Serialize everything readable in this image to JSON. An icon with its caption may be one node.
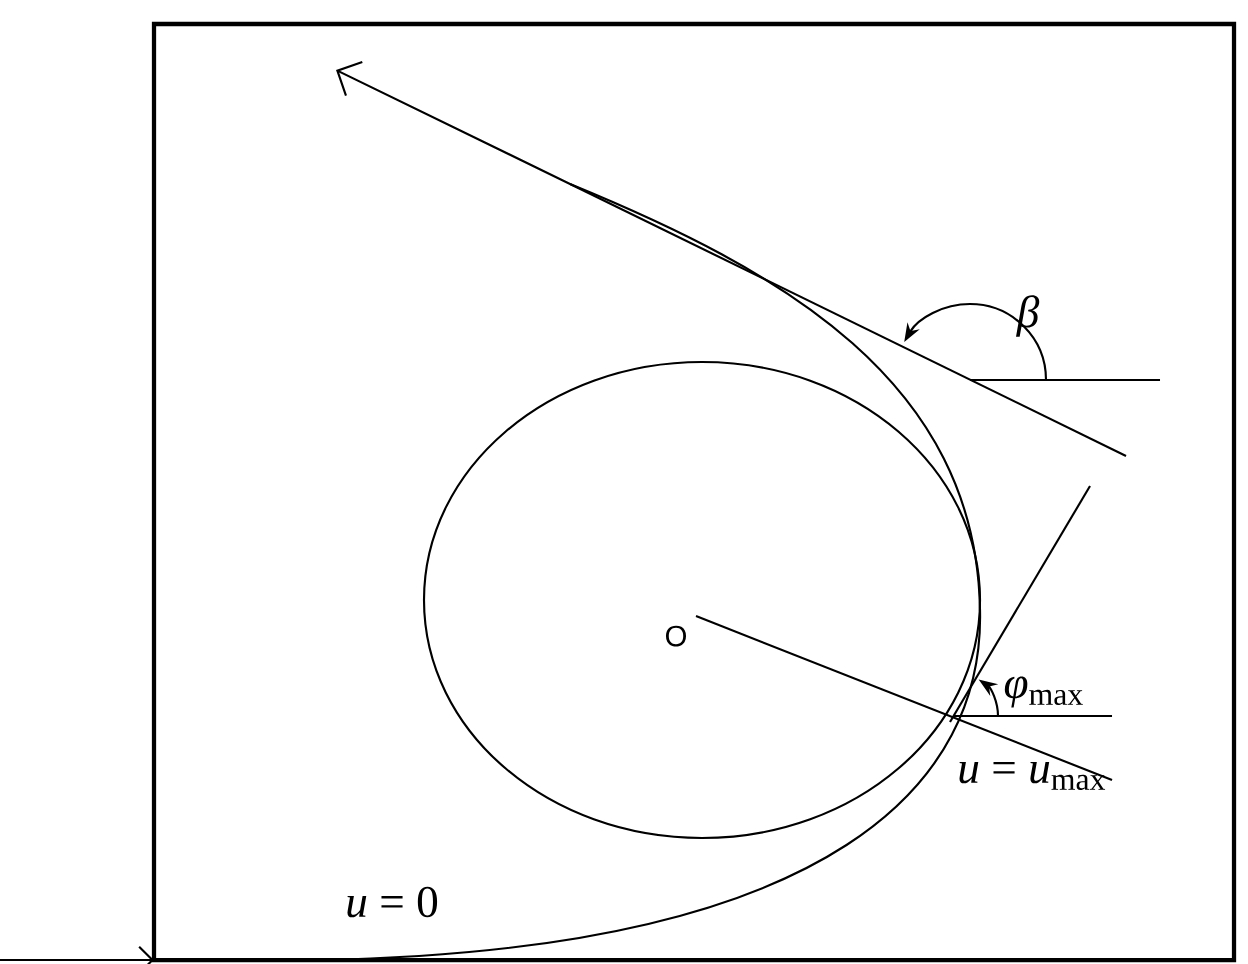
{
  "diagram": {
    "labels": [
      "*β*",
      "O",
      "*φ*$_{max}$",
      "*u* = *u*$_{max}$",
      "*u* = 0"
    ]
  }
}
